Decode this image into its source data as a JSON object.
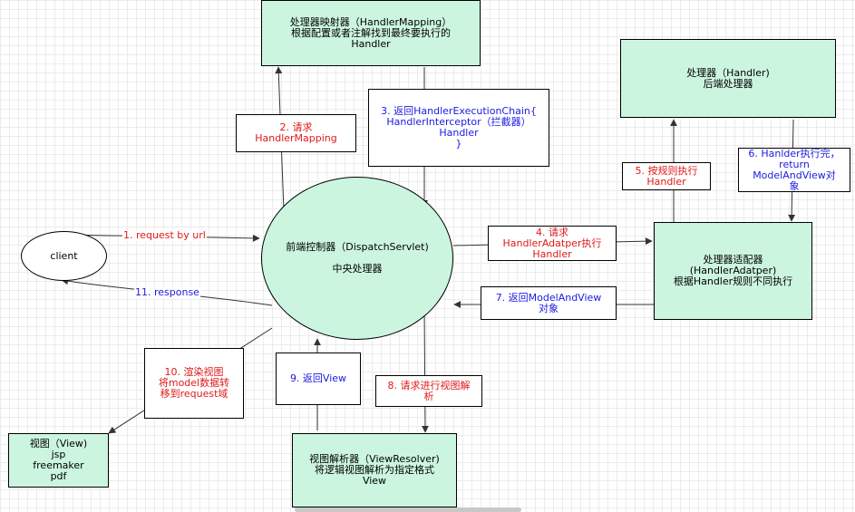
{
  "nodes": {
    "handler_mapping": [
      "处理器映射器（HandlerMapping）",
      "根据配置或者注解找到最终要执行的",
      "Handler"
    ],
    "handler": [
      "处理器（Handler)",
      "后端处理器"
    ],
    "dispatcher": [
      "前端控制器（DispatchServlet)",
      "中央处理器"
    ],
    "client": [
      "client"
    ],
    "handler_adapter": [
      "处理器适配器",
      "(HandlerAdatper)",
      "根据Handler规则不同执行"
    ],
    "view_resolver": [
      "视图解析器（ViewResolver)",
      "将逻辑视图解析为指定格式",
      "View"
    ],
    "view": [
      "视图（View)",
      "jsp",
      "freemaker",
      "pdf"
    ]
  },
  "steps": {
    "step1": [
      "1. request by url"
    ],
    "step2": [
      "2. 请求",
      "HandlerMapping"
    ],
    "step3": [
      "3. 返回HandlerExecutionChain{",
      "HandlerInterceptor（拦截器）",
      "Handler",
      "}"
    ],
    "step4": [
      "4. 请求",
      "HandlerAdatper执行",
      "Handler"
    ],
    "step5": [
      "5. 按规则执行",
      "Handler"
    ],
    "step6": [
      "6. Hanlder执行完，",
      "return",
      "ModelAndView对",
      "象"
    ],
    "step7": [
      "7. 返回ModelAndView",
      "对象"
    ],
    "step8": [
      "8. 请求进行视图解",
      "析"
    ],
    "step9": [
      "9. 返回View"
    ],
    "step10": [
      "10. 渲染视图",
      "将model数据转",
      "移到request域"
    ],
    "step11": [
      "11. response"
    ]
  },
  "colors": {
    "node_fill": "#ccf5e0",
    "red_label": "#e01818",
    "blue_label": "#1a1ae0",
    "line": "#333333"
  }
}
